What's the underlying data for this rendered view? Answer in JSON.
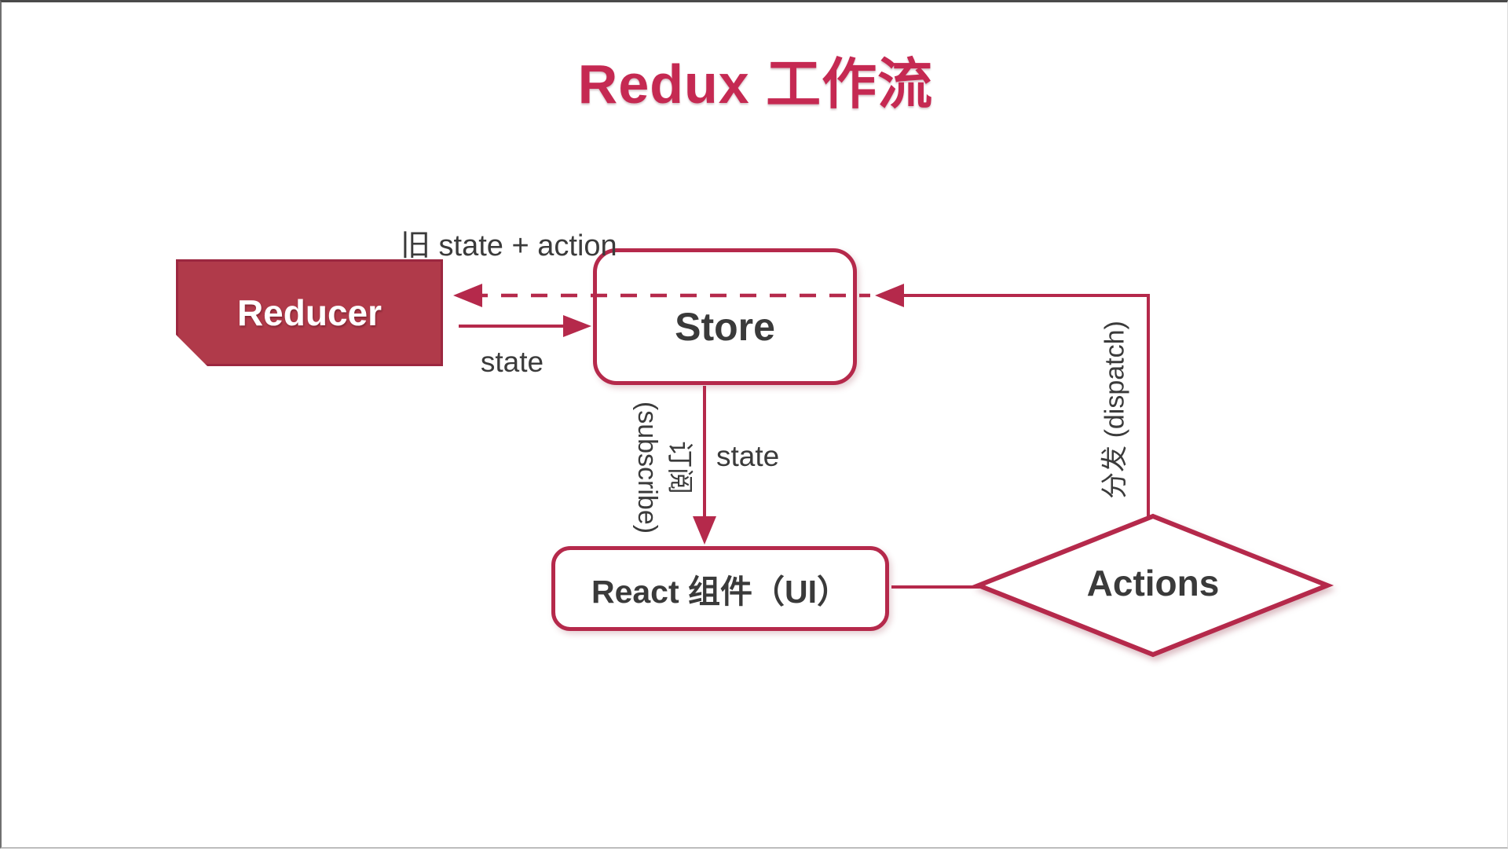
{
  "diagram": {
    "title": "Redux 工作流",
    "nodes": {
      "reducer": {
        "label": "Reducer",
        "shape": "chamfered-rect"
      },
      "store": {
        "label": "Store",
        "shape": "rounded-rect"
      },
      "react_ui": {
        "label": "React 组件（UI）",
        "shape": "rounded-rect"
      },
      "actions": {
        "label": "Actions",
        "shape": "diamond"
      }
    },
    "edge_labels": {
      "old_state_action": "旧 state + action",
      "state_to_store": "state",
      "state_to_react": "state",
      "subscribe_line1": "订阅",
      "subscribe_line2": "(subscribe)",
      "dispatch": "分发 (dispatch)"
    },
    "edges": [
      {
        "from": "store",
        "to": "reducer",
        "style": "dashed",
        "label": "旧 state + action"
      },
      {
        "from": "reducer",
        "to": "store",
        "style": "solid",
        "label": "state"
      },
      {
        "from": "store",
        "to": "react_ui",
        "style": "solid",
        "label": "state / 订阅 (subscribe)"
      },
      {
        "from": "react_ui",
        "to": "actions",
        "style": "solid",
        "label": ""
      },
      {
        "from": "actions",
        "to": "store",
        "style": "solid",
        "label": "分发 (dispatch)"
      }
    ],
    "colors": {
      "accent": "#b5294b",
      "title": "#c52952",
      "reducer_fill": "#b03a4a",
      "reducer_border": "#9c2740",
      "text_dark": "#3a3a3a"
    }
  }
}
